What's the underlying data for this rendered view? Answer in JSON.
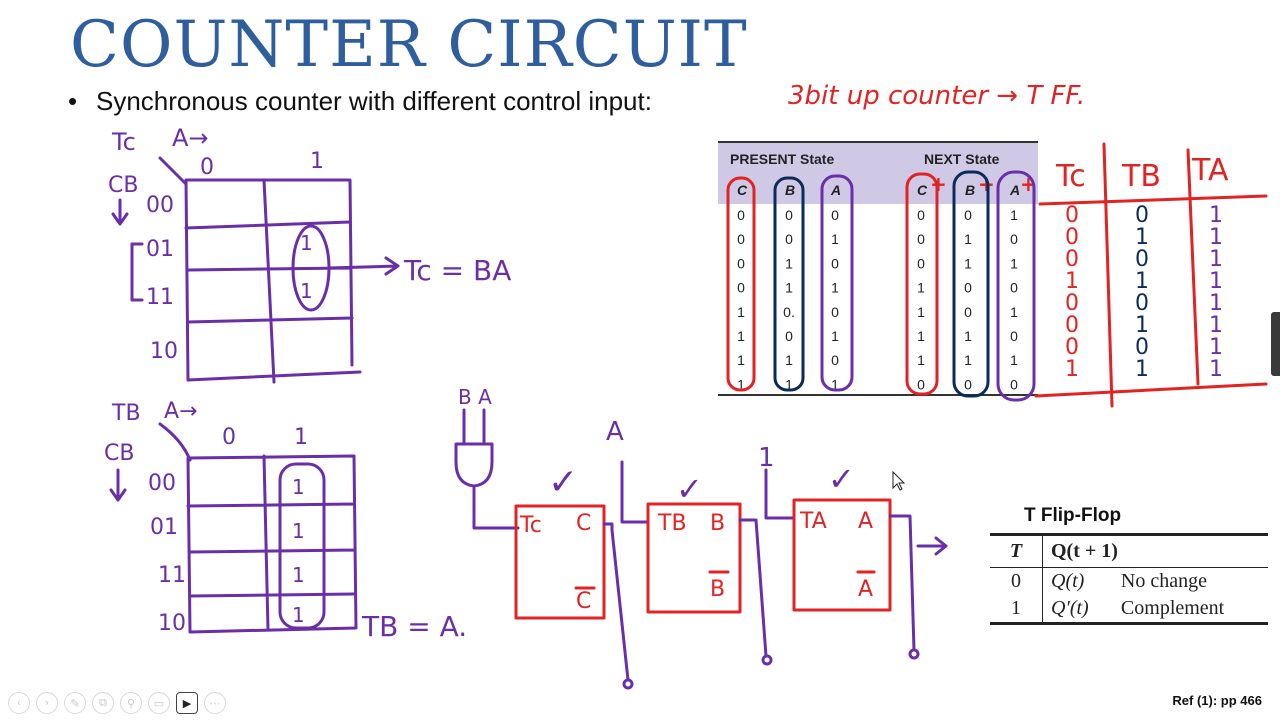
{
  "slide": {
    "title": "COUNTER CIRCUIT",
    "bullet": "Synchronous counter with different control input:",
    "reference": "Ref (1): pp 466"
  },
  "annotations": {
    "top_note": "3bit up counter → T FF.",
    "tc_map_corner_left": "Tc",
    "tc_map_corner_top": "A→",
    "tc_map_row_label": "CB",
    "tc_equation": "Tc = BA",
    "tb_map_corner_left": "TB",
    "tb_map_corner_top": "A→",
    "tb_map_row_label": "CB",
    "tb_equation": "TB = A.",
    "gate_inputs": "B A",
    "ff_input_a": "A",
    "ff_input_1": "1",
    "check": "✓"
  },
  "kmap_tc": {
    "col_headers": [
      "0",
      "1"
    ],
    "row_headers": [
      "00",
      "01",
      "11",
      "10"
    ],
    "cells": [
      [
        "",
        ""
      ],
      [
        "",
        "1"
      ],
      [
        "",
        "1"
      ],
      [
        "",
        ""
      ]
    ]
  },
  "kmap_tb": {
    "col_headers": [
      "0",
      "1"
    ],
    "row_headers": [
      "00",
      "01",
      "11",
      "10"
    ],
    "cells": [
      [
        "",
        "1"
      ],
      [
        "",
        "1"
      ],
      [
        "",
        "1"
      ],
      [
        "",
        "1"
      ]
    ]
  },
  "state_table": {
    "present_header": "PRESENT State",
    "next_header": "NEXT State",
    "present_cols": [
      "C",
      "B",
      "A"
    ],
    "next_cols": [
      "C",
      "B",
      "A"
    ],
    "plus": "+",
    "rows": [
      [
        "0",
        "0",
        "0",
        "0",
        "0",
        "1"
      ],
      [
        "0",
        "0",
        "1",
        "0",
        "1",
        "0"
      ],
      [
        "0",
        "1",
        "0",
        "0",
        "1",
        "1"
      ],
      [
        "0",
        "1",
        "1",
        "1",
        "0",
        "0"
      ],
      [
        "1",
        "0.",
        "0",
        "1",
        "0",
        "1"
      ],
      [
        "1",
        "0",
        "1",
        "1",
        "1",
        "0"
      ],
      [
        "1",
        "1",
        "0",
        "1",
        "1",
        "1"
      ],
      [
        "1",
        "1",
        "1",
        "0",
        "0",
        "0"
      ]
    ],
    "t_headers": [
      "Tc",
      "TB",
      "TA"
    ],
    "tc_values": [
      "0",
      "0",
      "0",
      "1",
      "0",
      "0",
      "0",
      "1"
    ],
    "tb_values": [
      "0",
      "1",
      "0",
      "1",
      "0",
      "1",
      "0",
      "1"
    ],
    "ta_values": [
      "1",
      "1",
      "1",
      "1",
      "1",
      "1",
      "1",
      "1"
    ]
  },
  "flip_flops": [
    {
      "t_label": "Tc",
      "q": "C",
      "q_bar": "C"
    },
    {
      "t_label": "TB",
      "q": "B",
      "q_bar": "B"
    },
    {
      "t_label": "TA",
      "q": "A",
      "q_bar": "A"
    }
  ],
  "tff_table": {
    "caption": "T Flip-Flop",
    "headers": [
      "T",
      "Q(t + 1)"
    ],
    "rows": [
      {
        "t": "0",
        "q": "Q(t)",
        "desc": "No change"
      },
      {
        "t": "1",
        "q": "Q′(t)",
        "desc": "Complement"
      }
    ]
  },
  "toolbar": {
    "buttons": [
      "prev-icon",
      "next-icon",
      "pen-icon",
      "copy-icon",
      "zoom-icon",
      "subtitles-icon",
      "video-icon",
      "more-icon"
    ],
    "glyphs": [
      "‹",
      "›",
      "✎",
      "⧉",
      "⚲",
      "▭",
      "▶",
      "⋯"
    ]
  },
  "colors": {
    "title": "#2e5e9e",
    "purple_ink": "#6a2fa8",
    "red_ink": "#e02323",
    "navy_ink": "#0d2b5a",
    "table_header_band": "#cfc9e6"
  }
}
